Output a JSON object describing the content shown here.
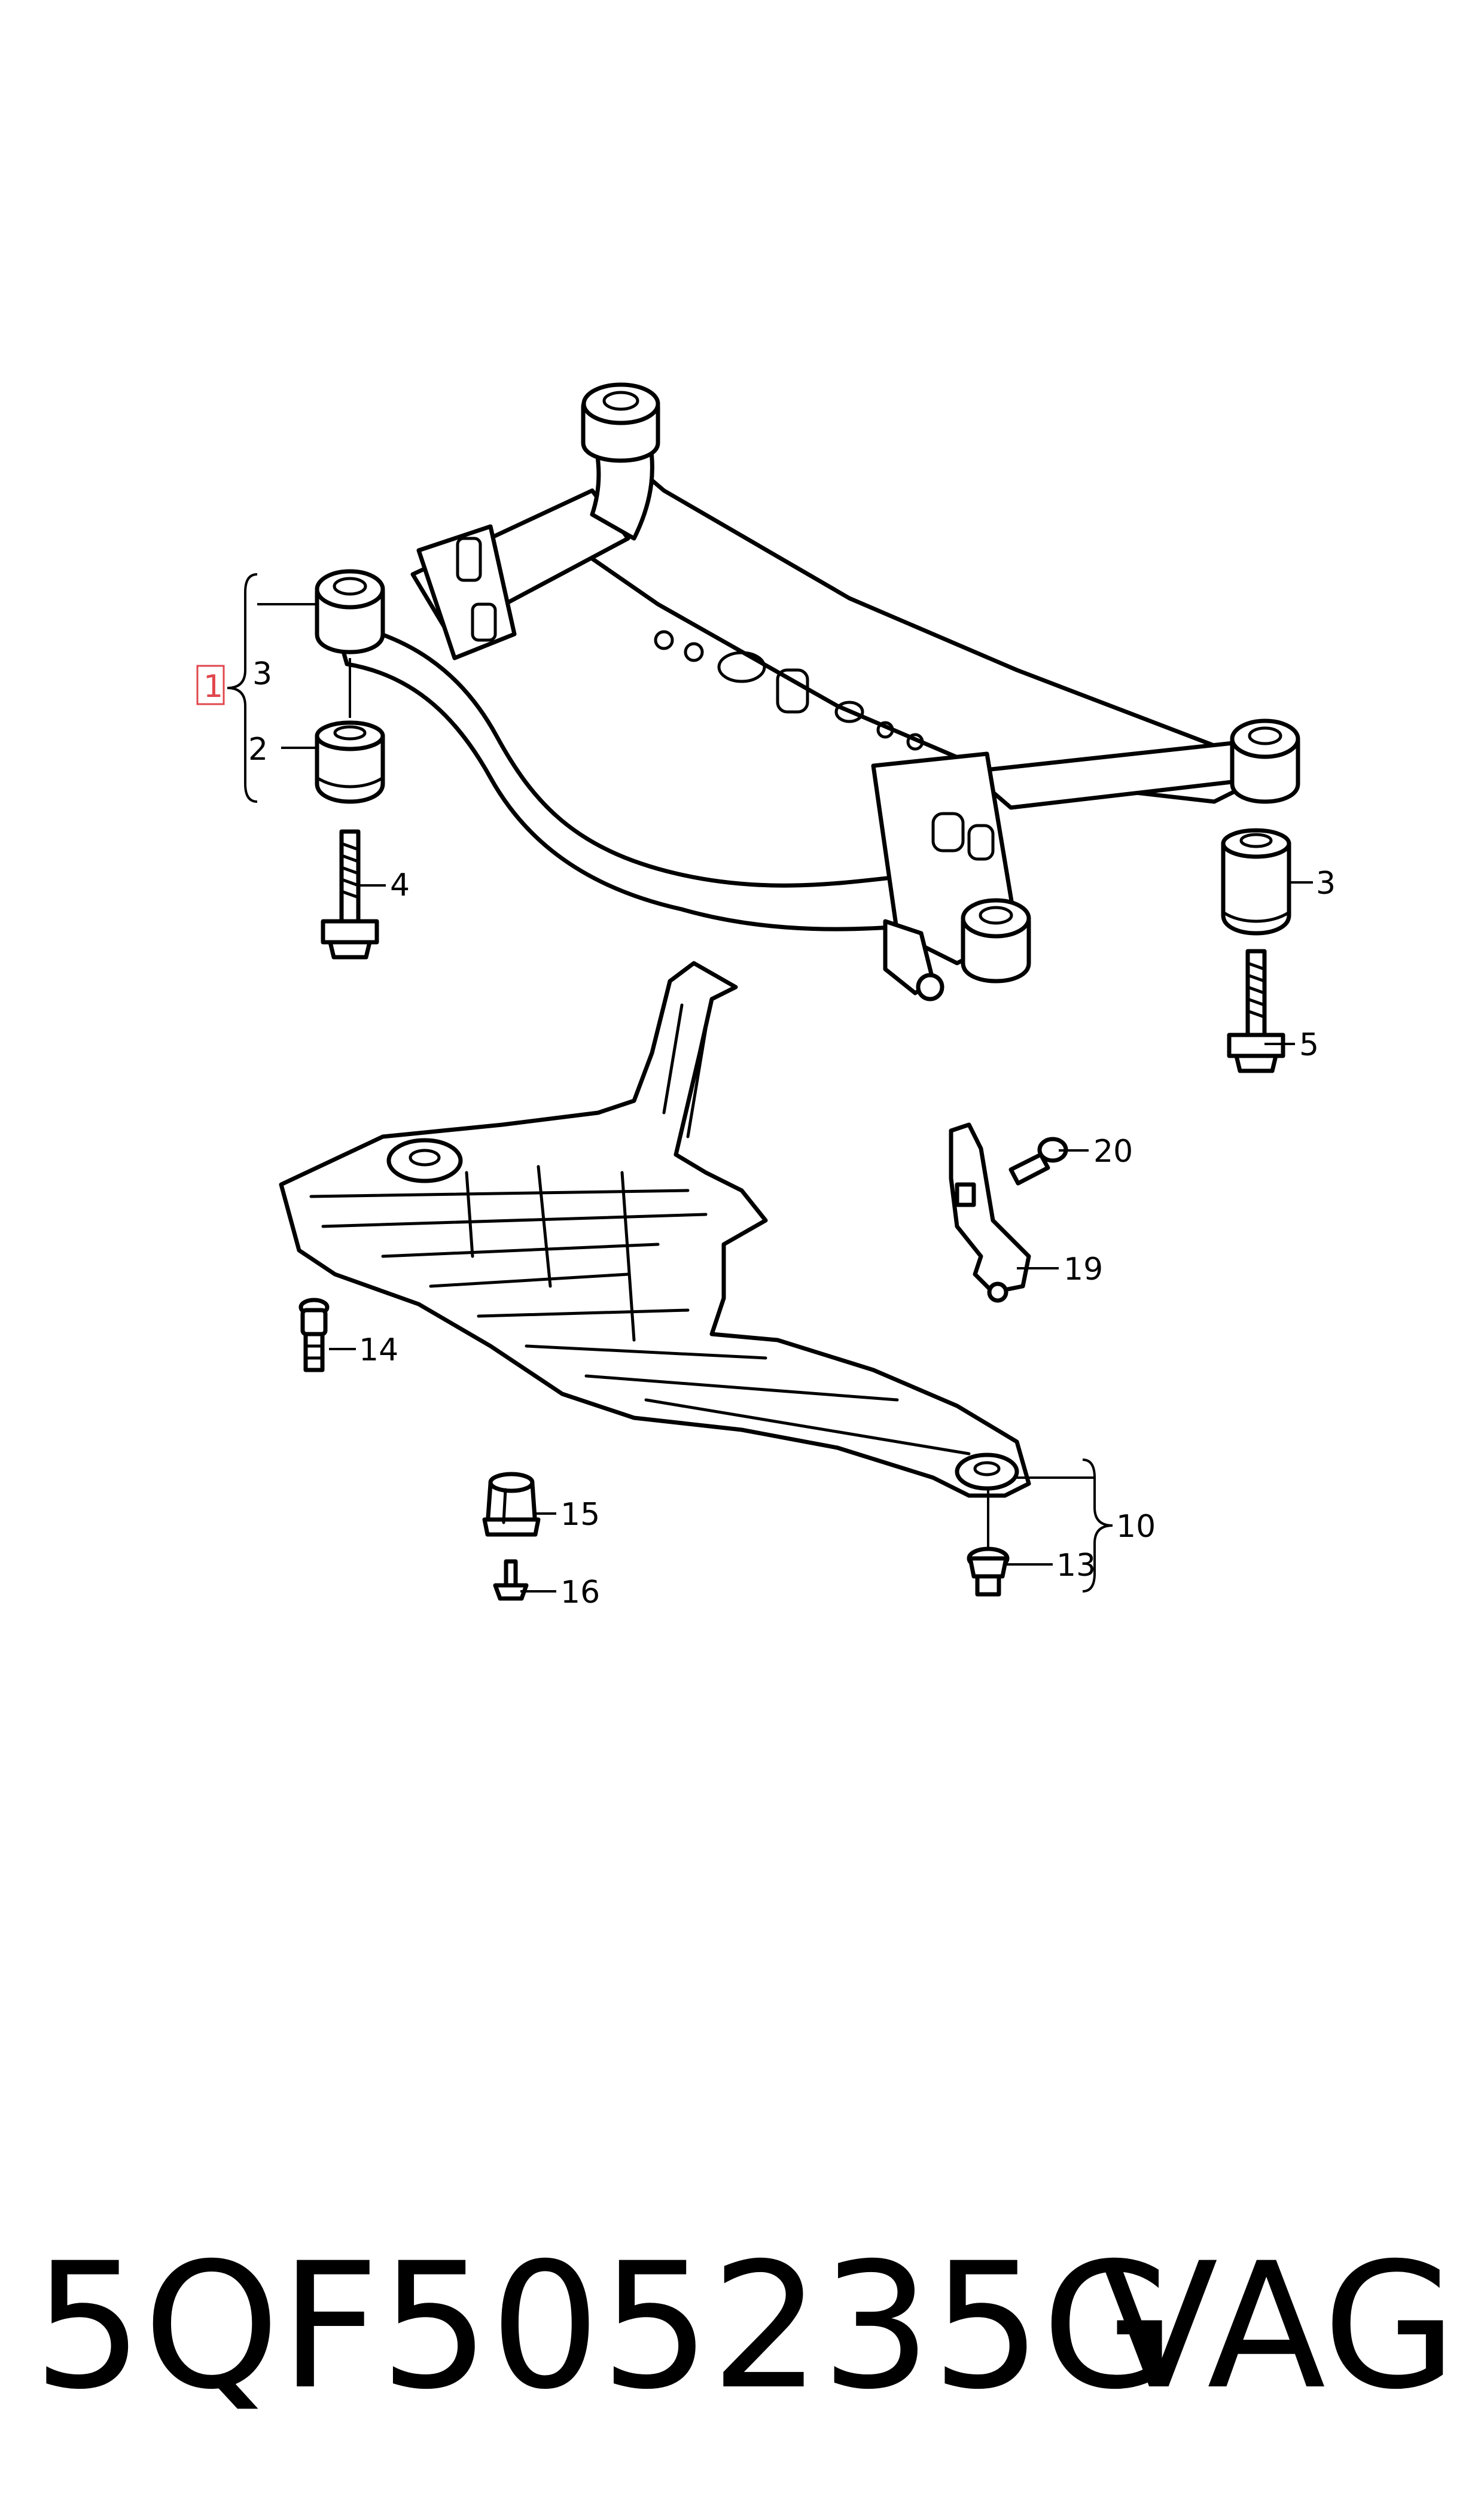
{
  "diagram": {
    "callouts": [
      {
        "id": "c1",
        "label": "1",
        "highlighted": true
      },
      {
        "id": "c3a",
        "label": "3"
      },
      {
        "id": "c2",
        "label": "2"
      },
      {
        "id": "c4",
        "label": "4"
      },
      {
        "id": "c3b",
        "label": "3"
      },
      {
        "id": "c5",
        "label": "5"
      },
      {
        "id": "c20",
        "label": "20"
      },
      {
        "id": "c19",
        "label": "19"
      },
      {
        "id": "c14",
        "label": "14"
      },
      {
        "id": "c15",
        "label": "15"
      },
      {
        "id": "c16",
        "label": "16"
      },
      {
        "id": "c10",
        "label": "10"
      },
      {
        "id": "c13",
        "label": "13"
      }
    ],
    "highlight_color": "#e0474c"
  },
  "footer": {
    "part_number": "5QF505235G",
    "brand": "VAG"
  }
}
